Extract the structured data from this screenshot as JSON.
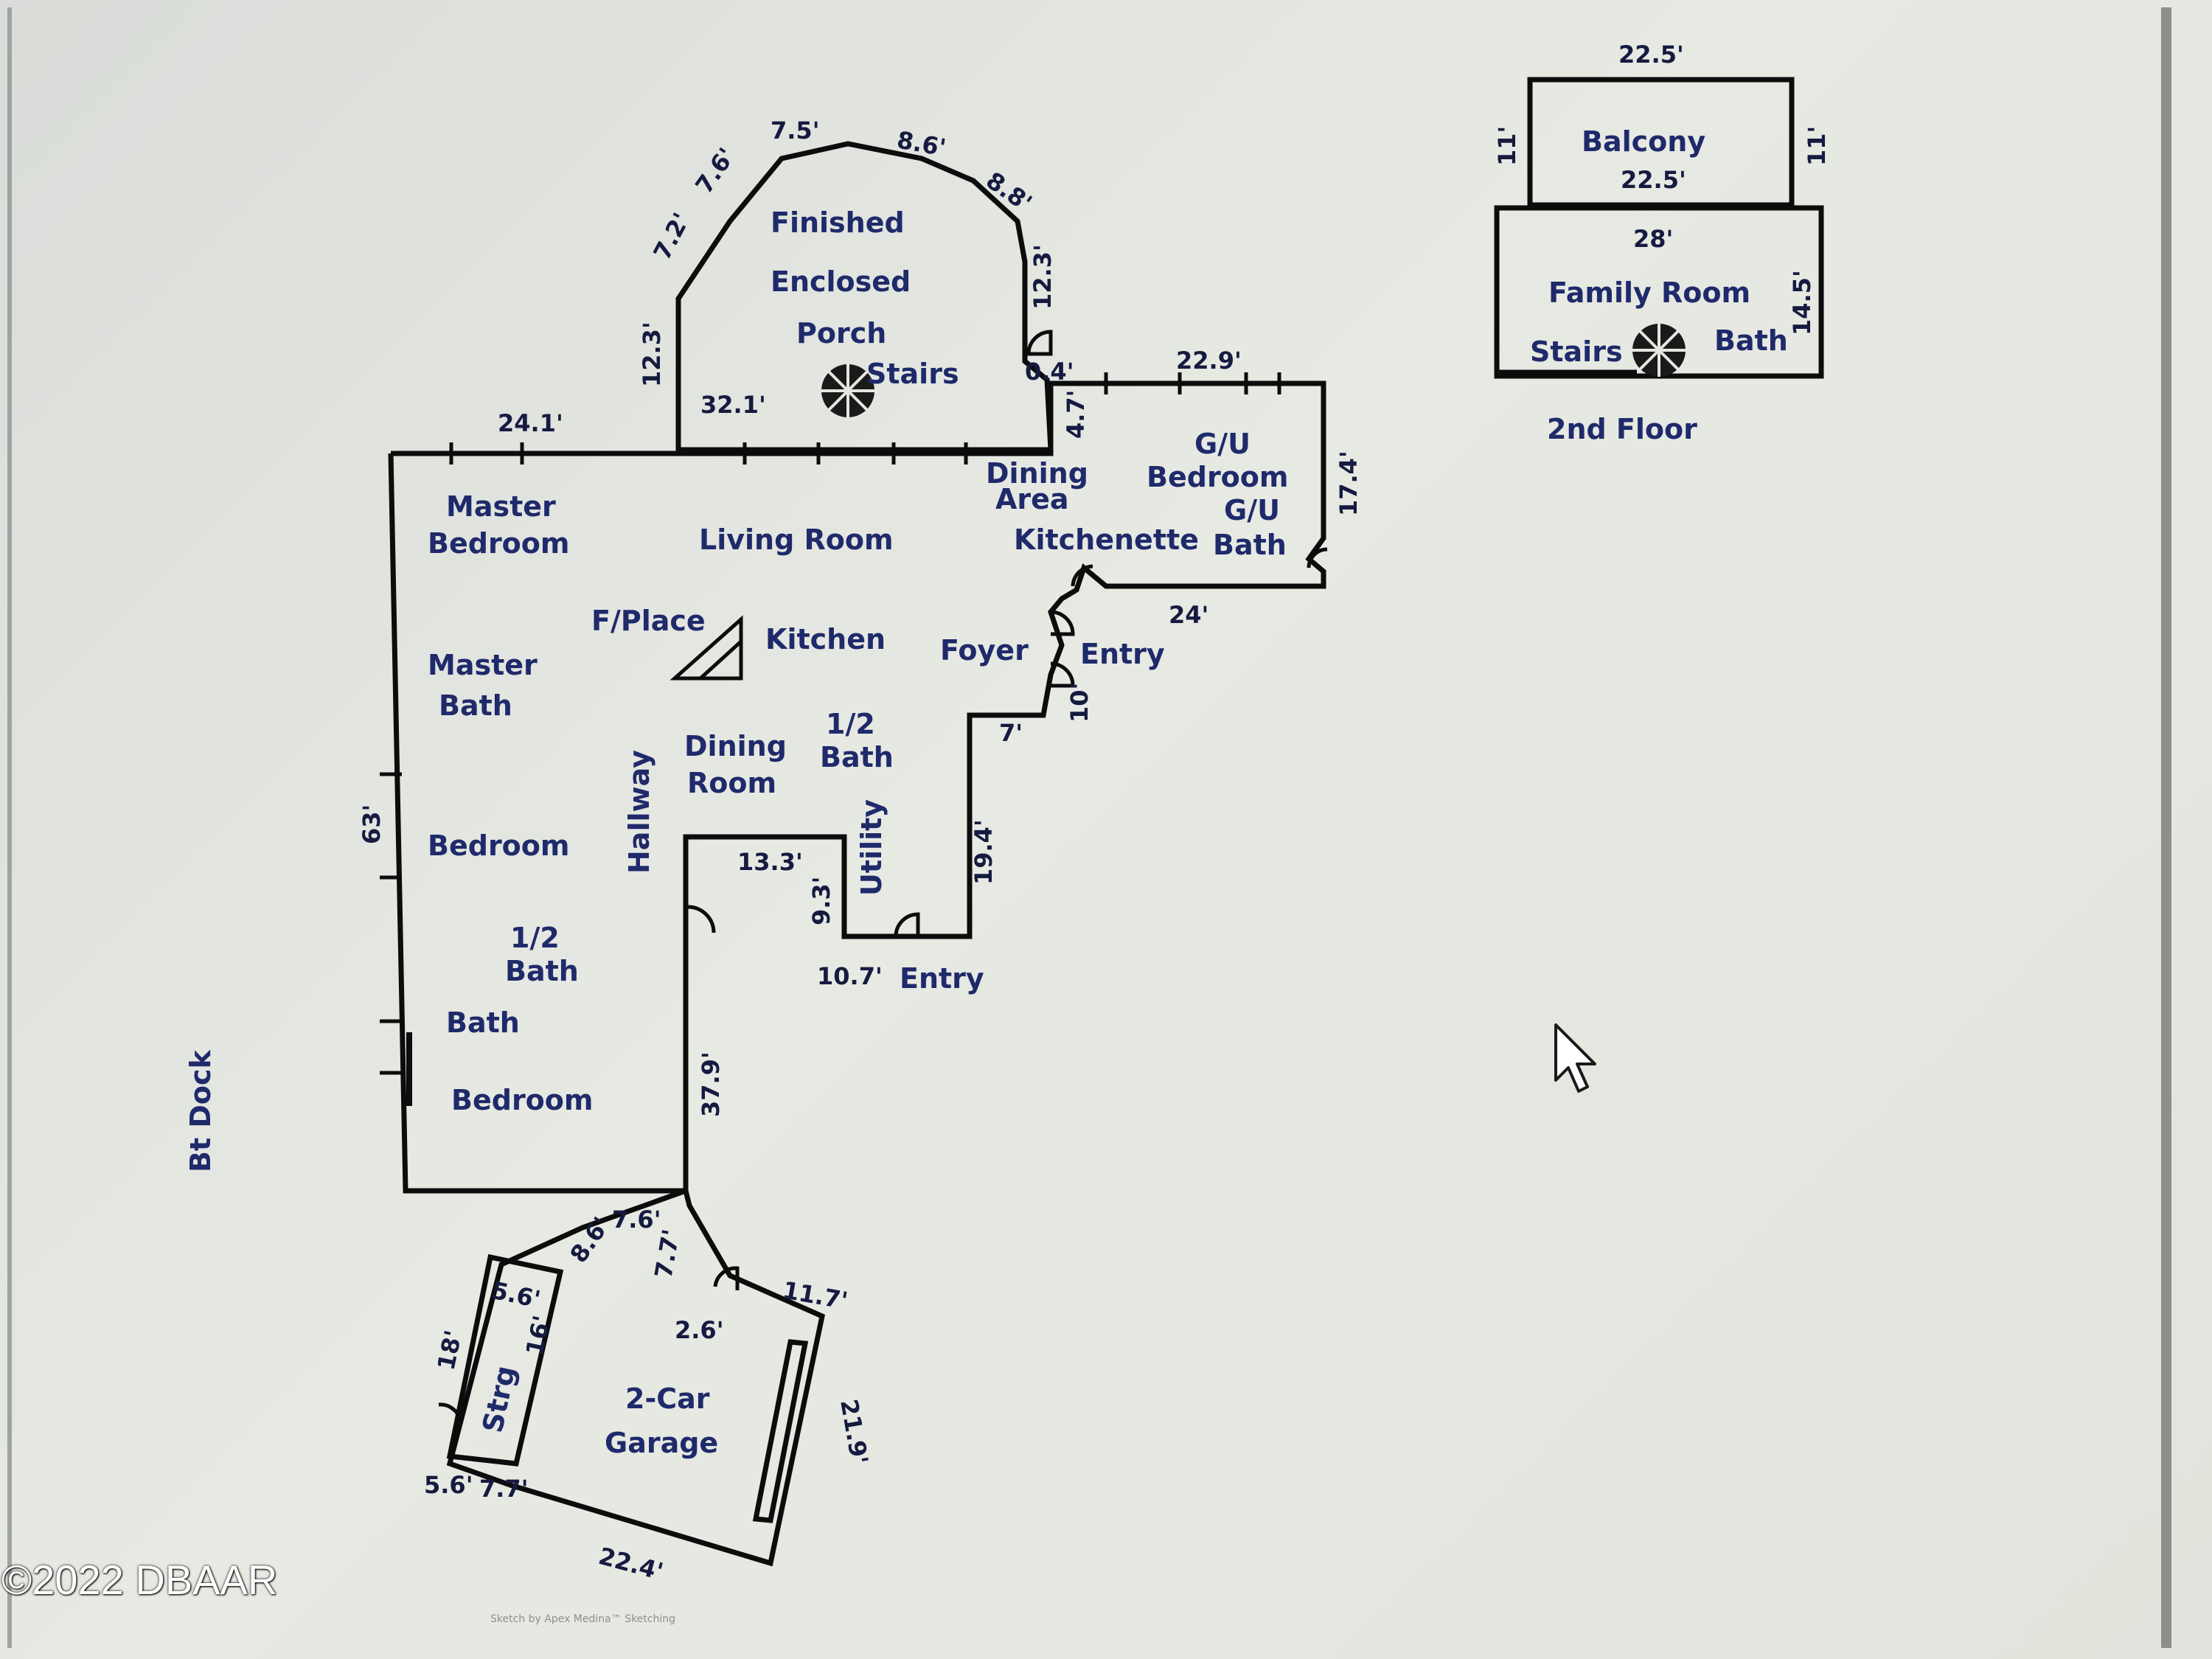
{
  "rooms": {
    "porch_l1": "Finished",
    "porch_l2": "Enclosed",
    "porch_l3": "Porch",
    "porch_stairs": "Stairs",
    "master_bedroom_l1": "Master",
    "master_bedroom_l2": "Bedroom",
    "living_room": "Living Room",
    "dining_area_l1": "Dining",
    "dining_area_l2": "Area",
    "gu_bedroom_l1": "G/U",
    "gu_bedroom_l2": "Bedroom",
    "gu_bath_l1": "G/U",
    "gu_bath_l2": "Bath",
    "kitchenette": "Kitchenette",
    "fireplace": "F/Place",
    "kitchen": "Kitchen",
    "foyer": "Foyer",
    "entry_front": "Entry",
    "master_bath_l1": "Master",
    "master_bath_l2": "Bath",
    "hallway": "Hallway",
    "dining_room_l1": "Dining",
    "dining_room_l2": "Room",
    "half_bath_center_l1": "1/2",
    "half_bath_center_l2": "Bath",
    "utility": "Utility",
    "bedroom_1": "Bedroom",
    "half_bath_left_l1": "1/2",
    "half_bath_left_l2": "Bath",
    "bath": "Bath",
    "bedroom_2": "Bedroom",
    "entry_rear": "Entry",
    "garage_l1": "2-Car",
    "garage_l2": "Garage",
    "storage": "Strg",
    "bt_dock": "Bt Dock",
    "balcony": "Balcony",
    "family_room": "Family Room",
    "stairs_2nd": "Stairs",
    "bath_2nd": "Bath",
    "second_floor": "2nd Floor"
  },
  "dims": {
    "porch_12_3_left": "12.3'",
    "porch_7_2": "7.2'",
    "porch_7_6": "7.6'",
    "porch_7_5": "7.5'",
    "porch_8_6": "8.6'",
    "porch_8_8": "8.8'",
    "porch_12_3_right": "12.3'",
    "porch_0_4": "0.4'",
    "porch_32_1": "32.1'",
    "top_24_1": "24.1'",
    "gu_22_9": "22.9'",
    "gu_4_7": "4.7'",
    "gu_17_4": "17.4'",
    "foyer_24": "24'",
    "foyer_10": "10'",
    "foyer_7": "7'",
    "wing_19_4": "19.4'",
    "left_63": "63'",
    "util_13_3": "13.3'",
    "util_9_3": "9.3'",
    "entry_10_7": "10.7'",
    "left_37_9": "37.9'",
    "gar_8_6": "8.6'",
    "gar_7_6": "7.6'",
    "gar_7_7": "7.7'",
    "gar_11_7": "11.7'",
    "gar_2_6": "2.6'",
    "gar_21_9": "21.9'",
    "gar_22_4": "22.4'",
    "gar_5_6_bottom": "5.6'",
    "gar_7_7_bottom": "7.7'",
    "strg_18": "18'",
    "strg_16": "16'",
    "strg_5_6": "5.6'",
    "balcony_top": "22.5'",
    "balcony_inner": "22.5'",
    "balcony_left": "11'",
    "balcony_right": "11'",
    "family_28": "28'",
    "family_14_5": "14.5'"
  },
  "footer": {
    "faint_note": "Sketch by Apex Medina™ Sketching"
  },
  "copyright": "©2022 DBAAR"
}
